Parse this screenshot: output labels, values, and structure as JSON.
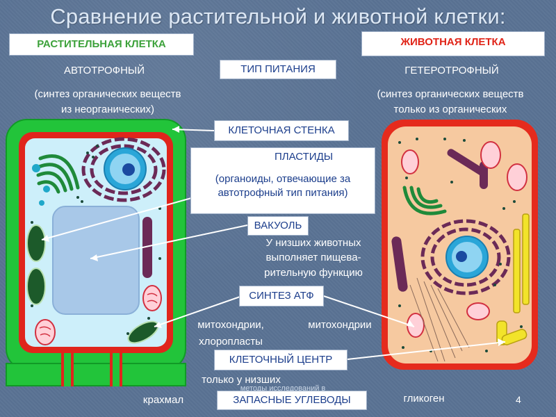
{
  "title": "Сравнение растительной и животной клетки:",
  "headers": {
    "plant": "РАСТИТЕЛЬНАЯ КЛЕТКА",
    "animal": "ЖИВОТНАЯ КЛЕТКА"
  },
  "nutrition": {
    "label": "ТИП ПИТАНИЯ",
    "plant_type": "АВТОТРОФНЫЙ",
    "plant_desc_1": "(синтез органических веществ",
    "plant_desc_2": "из неорганических)",
    "animal_type": "ГЕТЕРОТРОФНЫЙ",
    "animal_desc_1": "(синтез органических веществ",
    "animal_desc_2": "только из органических"
  },
  "features": {
    "cell_wall": "КЛЕТОЧНАЯ СТЕНКА",
    "plastids": "ПЛАСТИДЫ",
    "plastids_desc_1": "(органоиды, отвечающие за",
    "plastids_desc_2": "автотрофный тип питания)",
    "vacuole": "ВАКУОЛЬ",
    "vacuole_note_1": "У низших животных",
    "vacuole_note_2": "выполняет пищева-",
    "vacuole_note_3": "рительную функцию",
    "atp": "СИНТЕЗ АТФ",
    "atp_plant_1": "митохондрии,",
    "atp_plant_2": "хлоропласты",
    "atp_animal": "митохондрии",
    "centrosome": "КЛЕТОЧНЫЙ ЦЕНТР",
    "centrosome_note": "только у низших",
    "carbs": "ЗАПАСНЫЕ УГЛЕВОДЫ",
    "carbs_plant": "крахмал",
    "carbs_animal": "гликоген"
  },
  "footer_note": "методы исследований в",
  "page_number": "4",
  "colors": {
    "background": "#5a7394",
    "plant_wall": "#22c43a",
    "plant_membrane": "#e0251c",
    "plant_cytoplasm": "#cdeffa",
    "vacuole": "#a8c8e8",
    "animal_membrane": "#e52b1d",
    "animal_cytoplasm": "#f6c9a0",
    "golgi": "#1f8a3a",
    "er": "#6b2a57",
    "nucleus": "#2aa6d8",
    "box_text": "#1c3e8c"
  },
  "icons": [
    "nucleus-icon",
    "golgi-icon",
    "mitochondrion-icon",
    "chloroplast-icon",
    "centriole-icon",
    "er-icon",
    "ribosome-icon"
  ]
}
